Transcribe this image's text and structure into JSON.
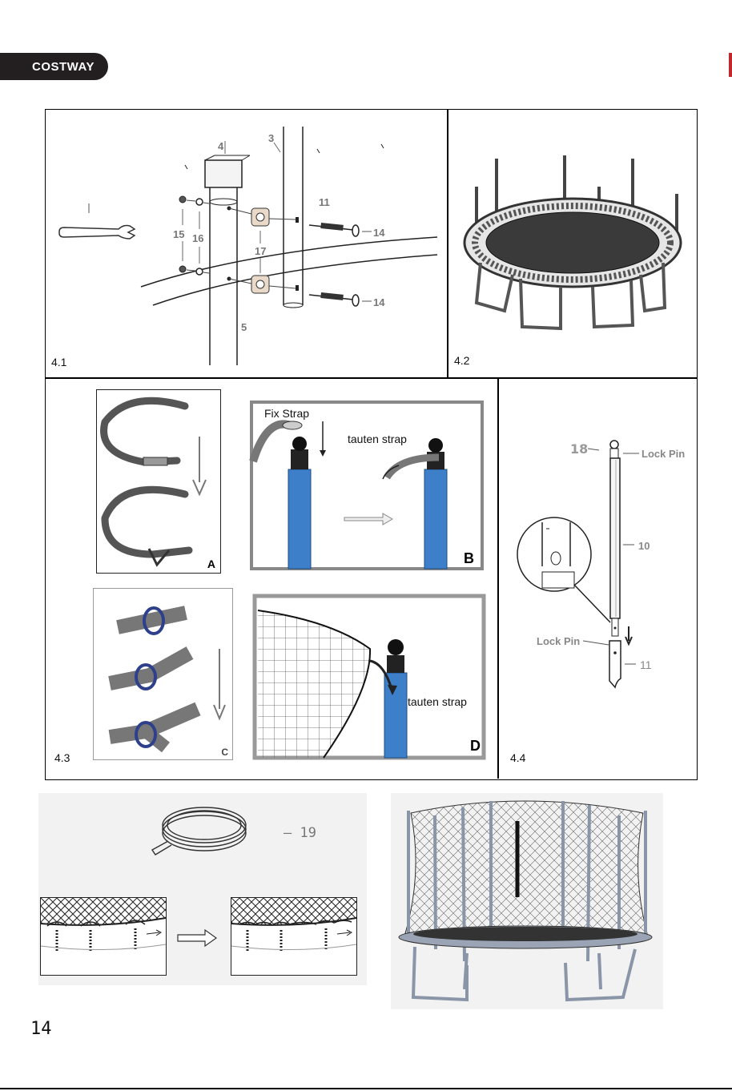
{
  "header": {
    "brand": "COSTWAY"
  },
  "page": {
    "number": "14"
  },
  "panel_4_1": {
    "label": "4.1",
    "parts": {
      "p3": "3",
      "p4": "4",
      "p5": "5",
      "p11": "11",
      "p14a": "14",
      "p14b": "14",
      "p15": "15",
      "p16": "16",
      "p17": "17"
    }
  },
  "panel_4_2": {
    "label": "4.2"
  },
  "panel_4_3": {
    "label": "4.3",
    "insets": {
      "a": "A",
      "b": "B",
      "c": "C",
      "d": "D"
    },
    "fix_strap": "Fix Strap",
    "tauten_strap_b": "tauten strap",
    "tauten_strap_d": "tauten strap"
  },
  "panel_4_4": {
    "label": "4.4",
    "part_18": "18",
    "lock_pin_top": "Lock Pin",
    "part_10": "10",
    "lock_pin_bottom": "Lock Pin",
    "part_11": "11"
  },
  "lower": {
    "part_19": "19"
  }
}
